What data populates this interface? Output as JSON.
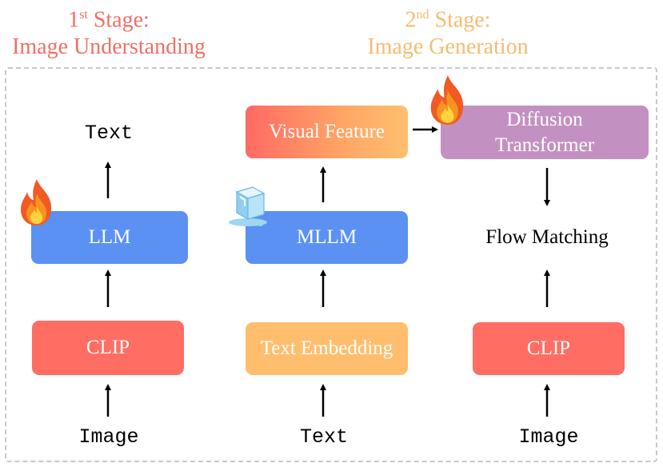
{
  "stage1": {
    "ordinal_num": "1",
    "ordinal_suffix": "st",
    "title_word": " Stage:",
    "subtitle": "Image Understanding"
  },
  "stage2": {
    "ordinal_num": "2",
    "ordinal_suffix": "nd",
    "title_word": " Stage:",
    "subtitle": "Image Generation"
  },
  "column1": {
    "output": "Text",
    "model": "LLM",
    "encoder": "CLIP",
    "input": "Image"
  },
  "column2": {
    "output": "Visual Feature",
    "model": "MLLM",
    "encoder": "Text Embedding",
    "input": "Text"
  },
  "column3": {
    "generator": "Diffusion Transformer",
    "method": "Flow Matching",
    "encoder": "CLIP",
    "input": "Image"
  },
  "icons": {
    "trainable": "fire-icon",
    "frozen": "ice-cube-icon"
  },
  "colors": {
    "stage1": "#f07063",
    "stage2": "#f5bc72",
    "blue_box": "#5b91f3",
    "red_box": "#ff6d63",
    "orange_box": "#ffbe6e",
    "purple_box": "#c391c1"
  }
}
